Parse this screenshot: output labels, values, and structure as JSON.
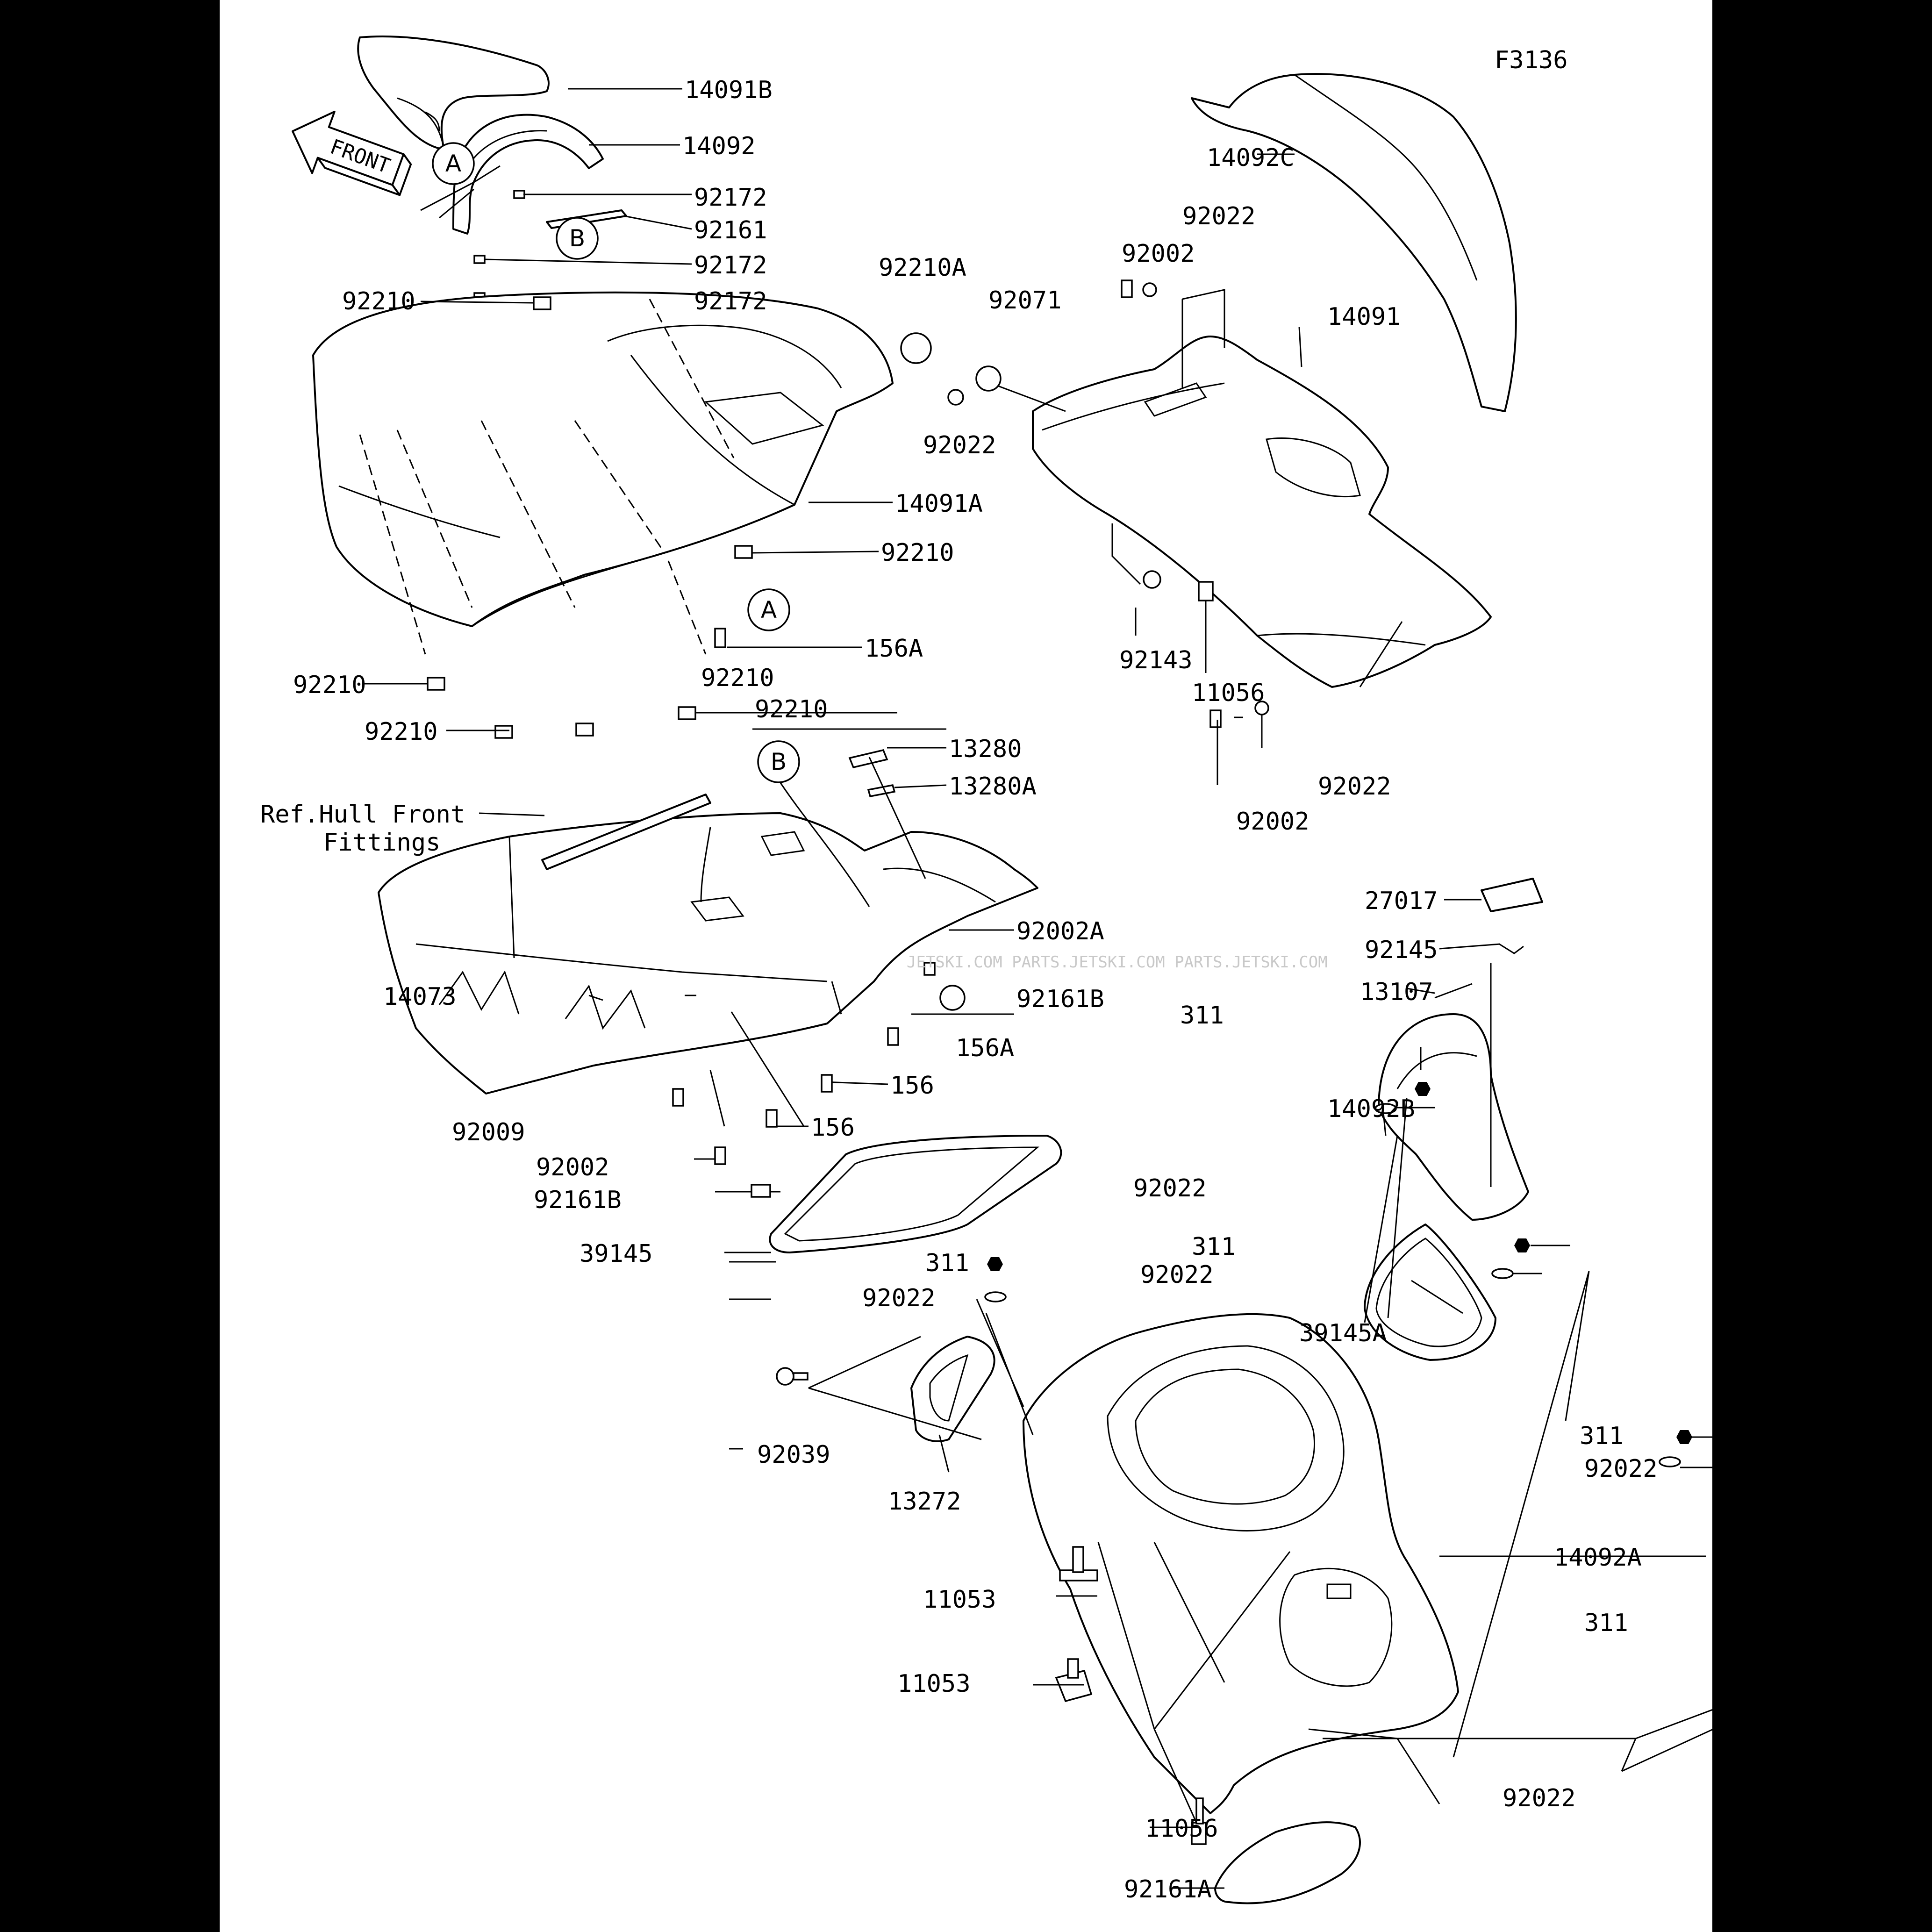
{
  "figure_code": "F3136",
  "front_arrow_label": "FRONT",
  "callout_marks": {
    "a": "A",
    "b": "B"
  },
  "reference_note": {
    "line1": "Ref.Hull Front",
    "line2": "Fittings"
  },
  "watermark": "JETSKI.COM   PARTS.JETSKI.COM   PARTS.JETSKI.COM",
  "labels": {
    "p14091B": "14091B",
    "p14092": "14092",
    "p92172a": "92172",
    "p92161": "92161",
    "p92172b": "92172",
    "p92172c": "92172",
    "p92210a": "92210",
    "p14091A": "14091A",
    "p92210b": "92210",
    "p156A_a": "156A",
    "p92210c": "92210",
    "p92210d": "92210",
    "p92210e": "92210",
    "p92210f": "92210",
    "p13280": "13280",
    "p13280A": "13280A",
    "p14073": "14073",
    "p92002A": "92002A",
    "p92161B_a": "92161B",
    "p156A_b": "156A",
    "p156_a": "156",
    "p156_b": "156",
    "p92009": "92009",
    "p92002_a": "92002",
    "p92161B_b": "92161B",
    "p39145": "39145",
    "p14092C": "14092C",
    "p92022_a": "92022",
    "p92002_b": "92002",
    "p92210A": "92210A",
    "p92071": "92071",
    "p14091": "14091",
    "p92022_b": "92022",
    "p92143": "92143",
    "p11056_a": "11056",
    "p92022_c": "92022",
    "p92002_c": "92002",
    "p27017": "27017",
    "p92145": "92145",
    "p13107": "13107",
    "p14092B": "14092B",
    "p311_a": "311",
    "p92022_d": "92022",
    "p311_b": "311",
    "p92022_e": "92022",
    "p311_c": "311",
    "p92022_f": "92022",
    "p39145A": "39145A",
    "p92039": "92039",
    "p13272": "13272",
    "p311_d": "311",
    "p92022_g": "92022",
    "p14092A": "14092A",
    "p11053_a": "11053",
    "p11053_b": "11053",
    "p311_e": "311",
    "p92022_h": "92022",
    "p11056_b": "11056",
    "p92161A": "92161A"
  }
}
